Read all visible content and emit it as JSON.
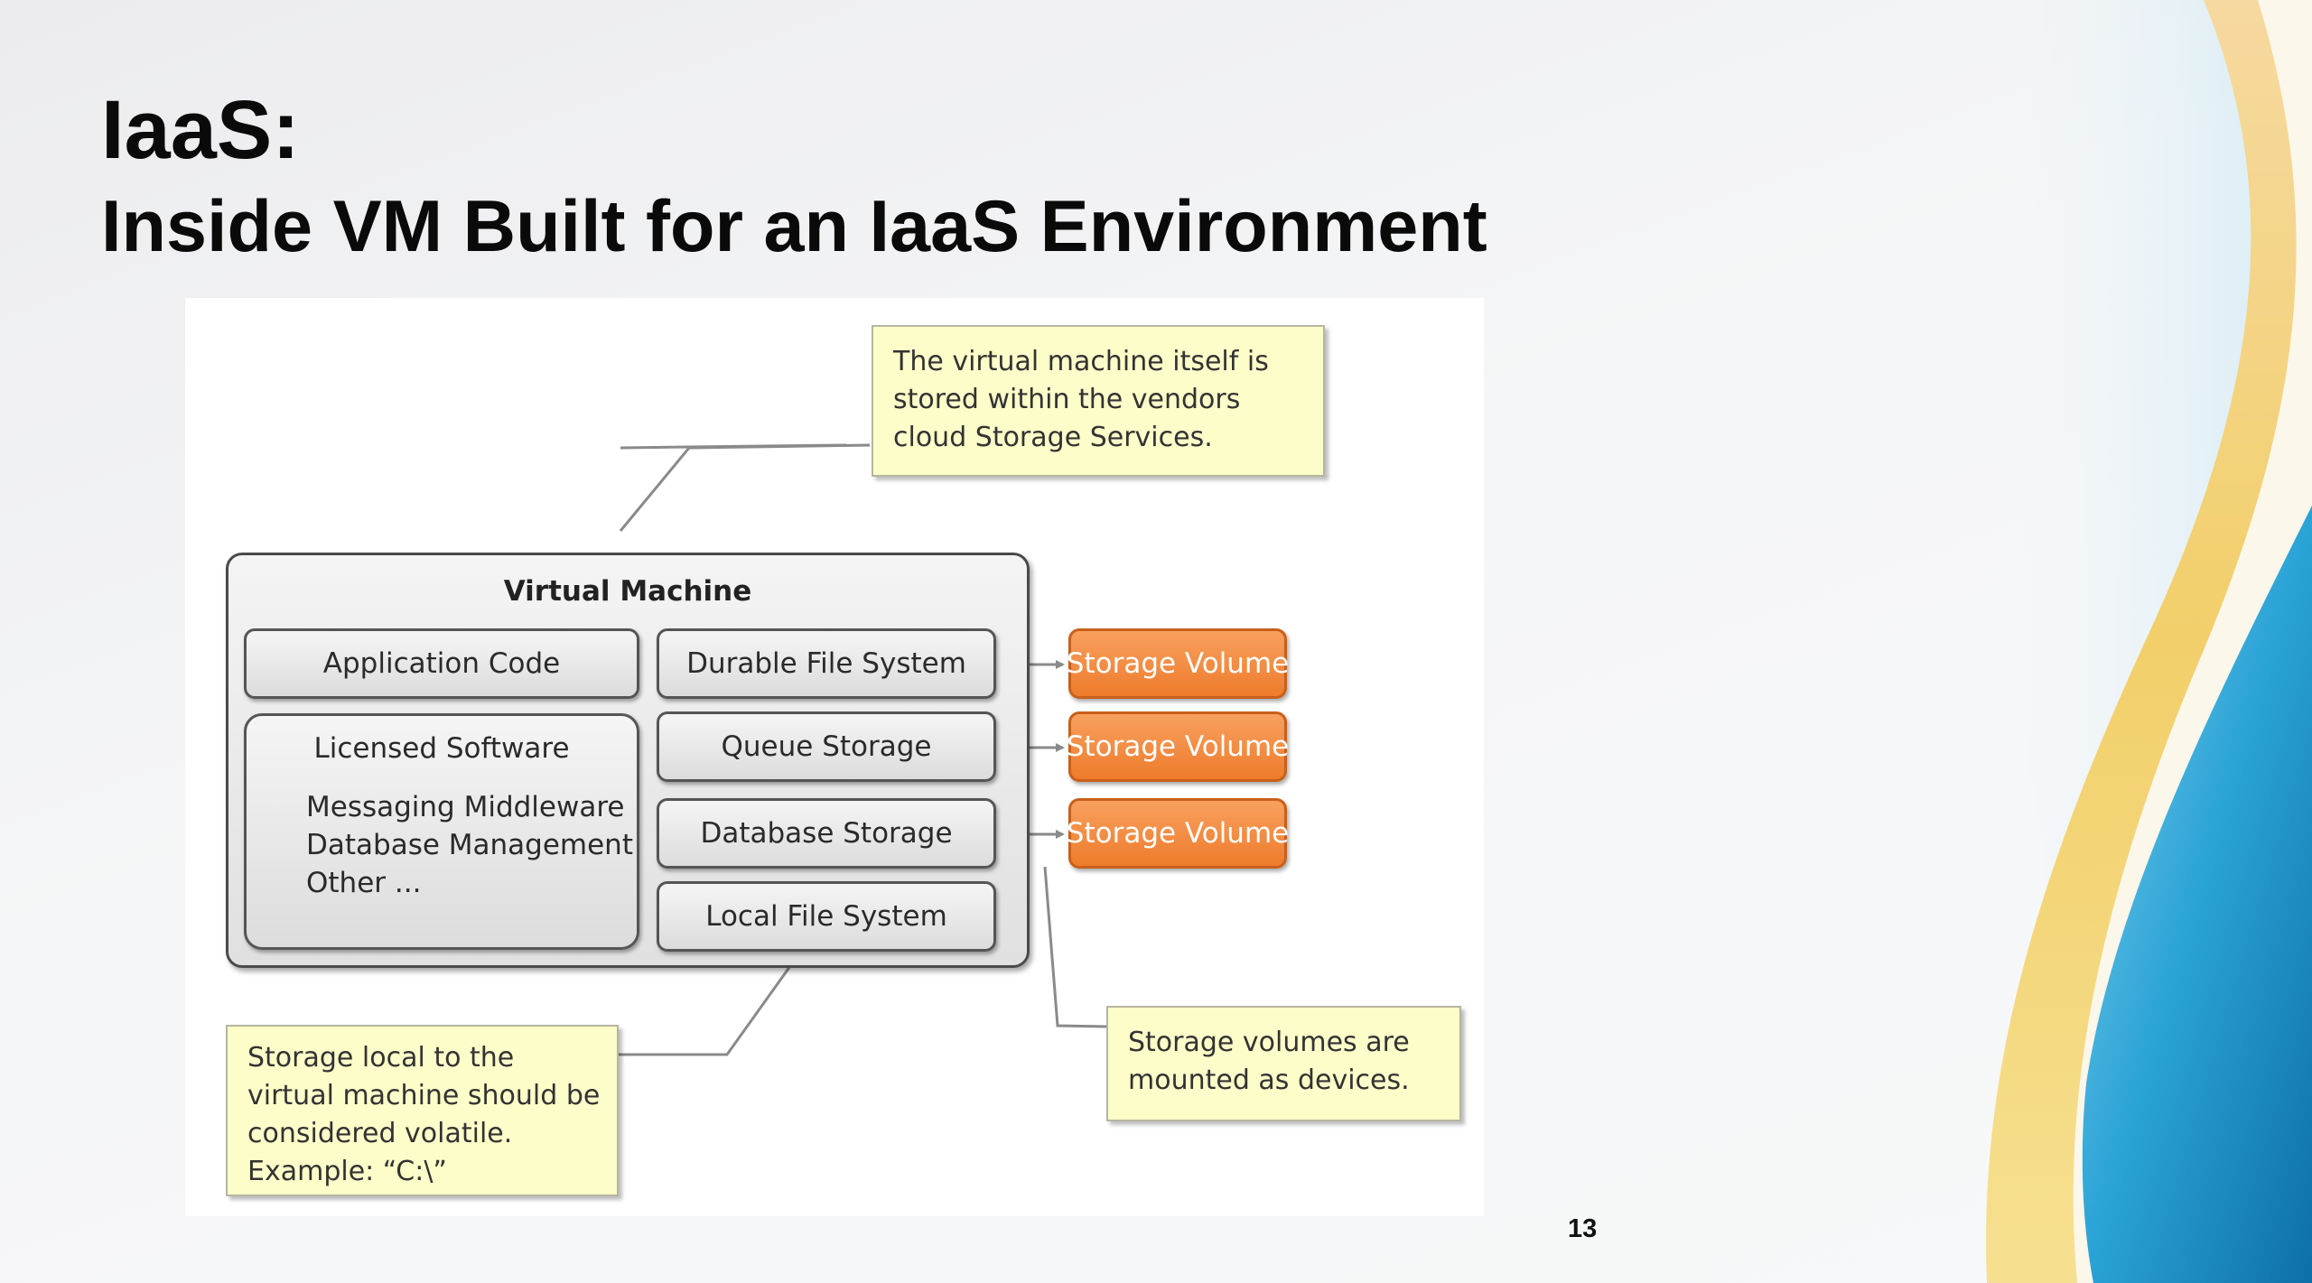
{
  "slide": {
    "title_line1": "IaaS:",
    "title_line2": "Inside VM Built for an IaaS Environment",
    "page_number": "13"
  },
  "diagram": {
    "top_callout": [
      "The virtual machine itself is",
      "stored within the vendors",
      "cloud Storage Services."
    ],
    "vm_title": "Virtual Machine",
    "application_code": "Application Code",
    "licensed_software": {
      "title": "Licensed Software",
      "items": [
        "Messaging Middleware",
        "Database Management",
        "Other ..."
      ]
    },
    "storage_components": [
      "Durable File System",
      "Queue Storage",
      "Database Storage",
      "Local File System"
    ],
    "storage_volume_label": "Storage Volume",
    "bottom_left_callout": [
      "Storage local to the",
      "virtual machine should be",
      "considered volatile.",
      "Example: “C:\\”"
    ],
    "bottom_right_callout": [
      "Storage volumes are",
      "mounted as devices."
    ]
  },
  "colors": {
    "callout_fill": "#fdfdc9",
    "storage_volume_fill": "#f08a3c",
    "vm_fill": "#e8e8e8",
    "deco_blue": "#1a8fc8",
    "deco_gold": "#f2cf6a"
  }
}
